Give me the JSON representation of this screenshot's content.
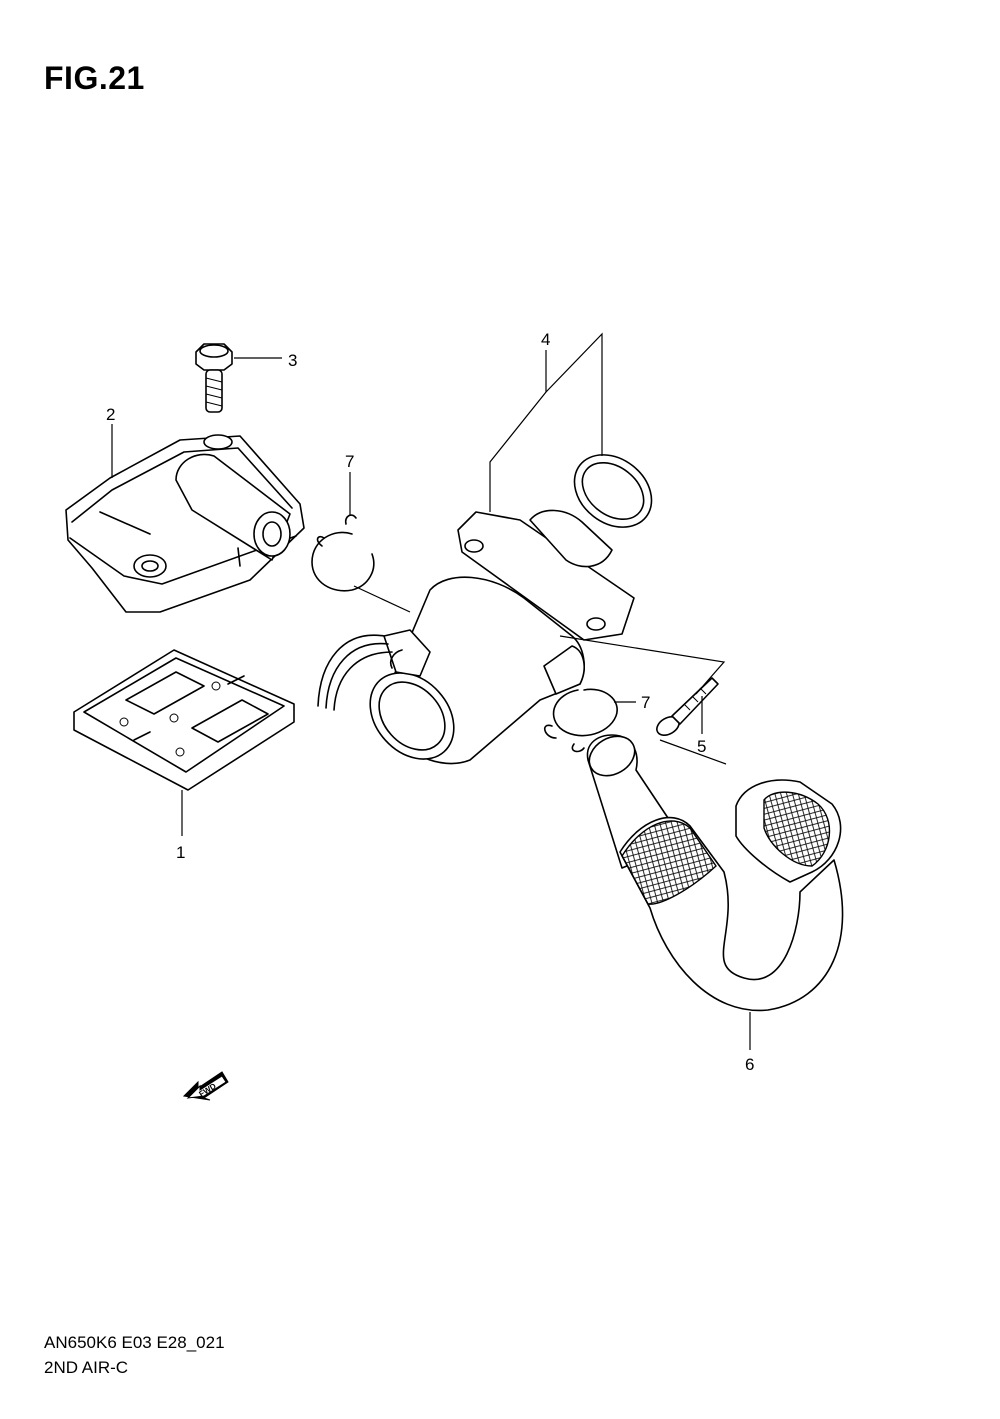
{
  "figure": {
    "title": "FIG.21"
  },
  "callouts": {
    "c1": "1",
    "c2": "2",
    "c3": "3",
    "c4": "4",
    "c5": "5",
    "c6": "6",
    "c7a": "7",
    "c7b": "7"
  },
  "fwd_label": "FWD",
  "footer": {
    "code": "AN650K6 E03 E28_021",
    "name": "2ND AIR-C"
  }
}
